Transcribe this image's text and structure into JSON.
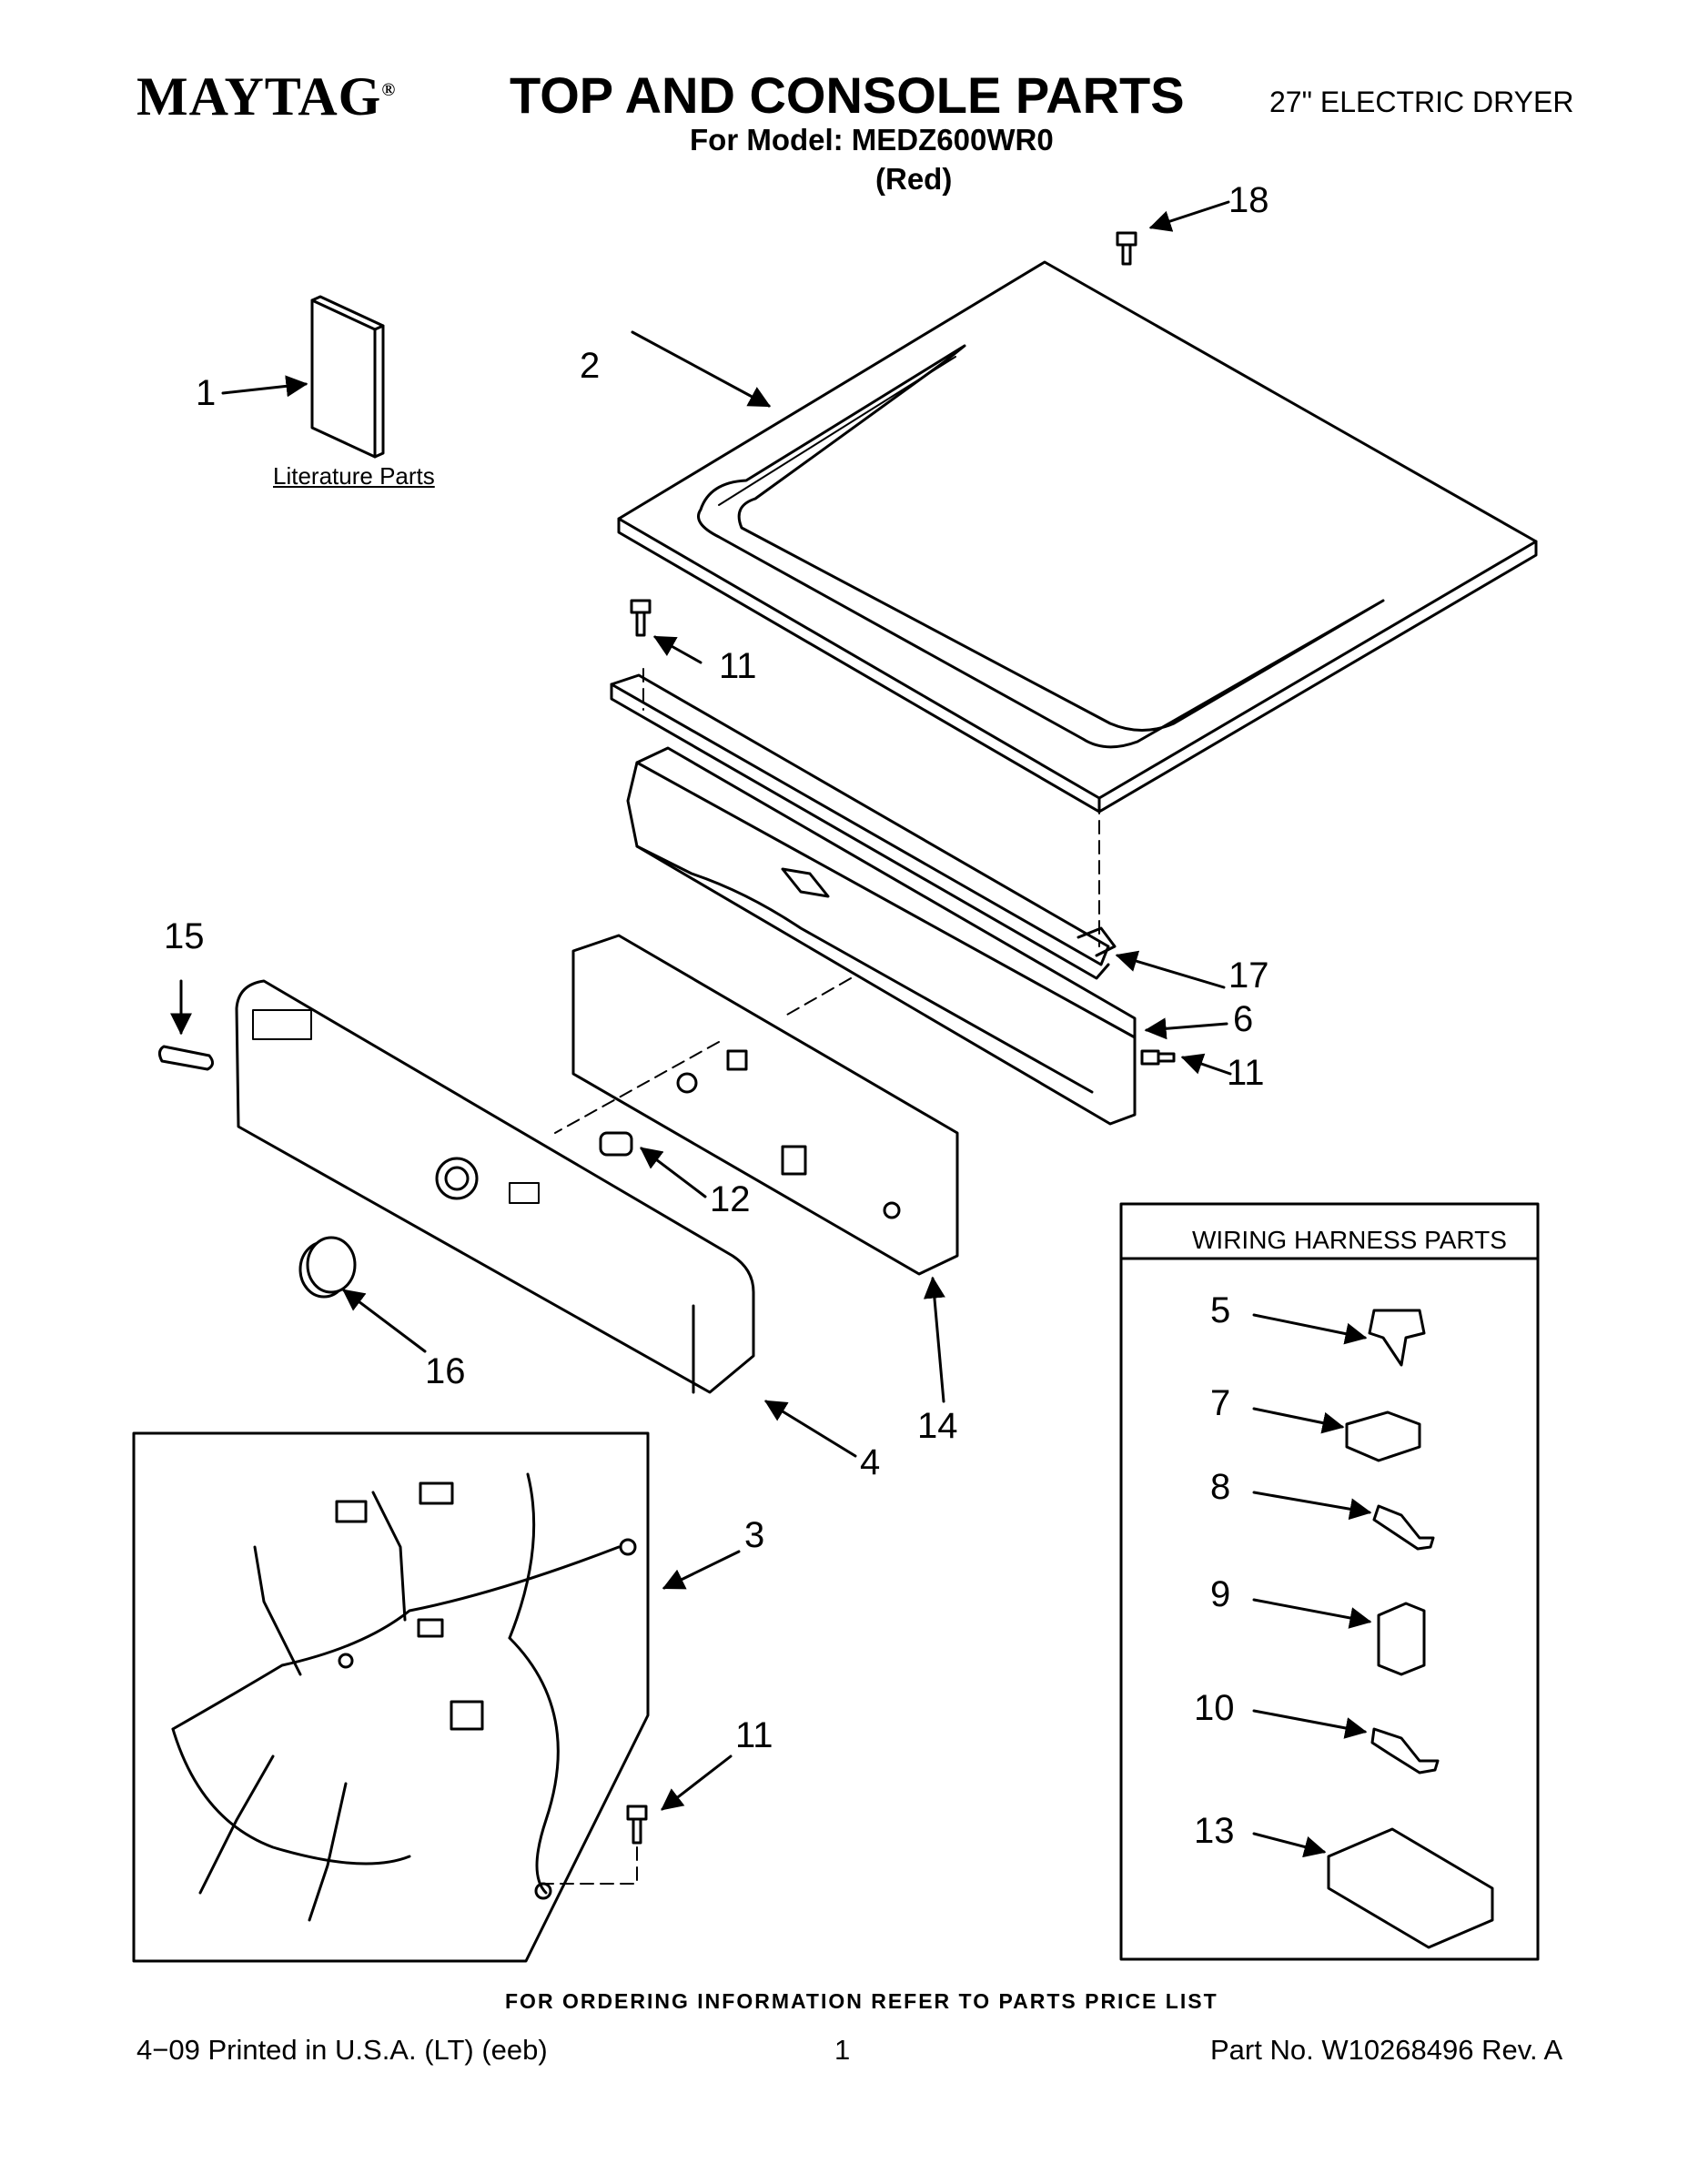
{
  "header": {
    "brand": "MAYTAG",
    "brand_mark": "®",
    "title": "TOP AND CONSOLE PARTS",
    "product": "27\" ELECTRIC DRYER",
    "model_line": "For Model: MEDZ600WR0",
    "variant": "(Red)"
  },
  "literature_label": "Literature Parts",
  "wiring_box_title": "WIRING HARNESS PARTS",
  "callouts": {
    "c1": "1",
    "c2": "2",
    "c3": "3",
    "c4": "4",
    "c5": "5",
    "c6": "6",
    "c7": "7",
    "c8": "8",
    "c9": "9",
    "c10": "10",
    "c11a": "11",
    "c11b": "11",
    "c11c": "11",
    "c12": "12",
    "c13": "13",
    "c14": "14",
    "c15": "15",
    "c16": "16",
    "c17": "17",
    "c18": "18"
  },
  "ordering_note": "FOR ORDERING INFORMATION REFER TO PARTS PRICE LIST",
  "footer": {
    "left": "4−09 Printed in U.S.A. (LT) (eeb)",
    "page": "1",
    "right": "Part No. W10268496 Rev. A"
  }
}
